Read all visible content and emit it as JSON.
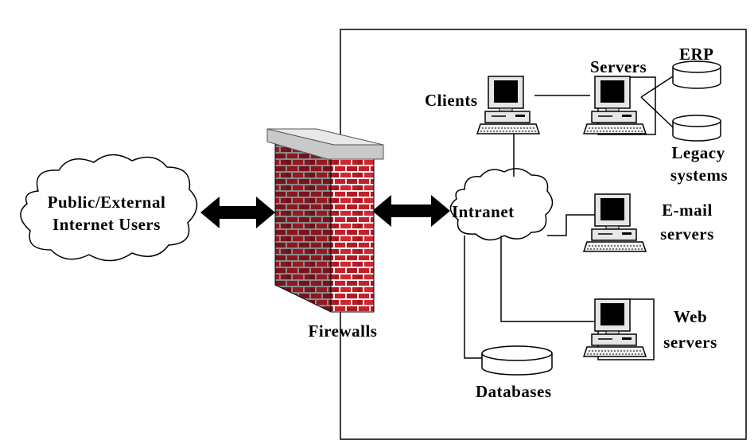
{
  "diagram": {
    "external_cloud": {
      "line1": "Public/External",
      "line2": "Internet Users"
    },
    "firewall": {
      "label": "Firewalls"
    },
    "intranet": {
      "label": "Intranet"
    },
    "clients": {
      "label": "Clients"
    },
    "servers": {
      "label": "Servers"
    },
    "erp": {
      "label": "ERP"
    },
    "legacy": {
      "line1": "Legacy",
      "line2": "systems"
    },
    "email": {
      "line1": "E-mail",
      "line2": "servers"
    },
    "web": {
      "line1": "Web",
      "line2": "servers"
    },
    "databases": {
      "label": "Databases"
    }
  },
  "colors": {
    "brick": "#b0232a",
    "mortar": "#f2f2f2",
    "cap": "#c9c9c9",
    "screen": "#000000",
    "computer_body": "#e6e6e6"
  }
}
